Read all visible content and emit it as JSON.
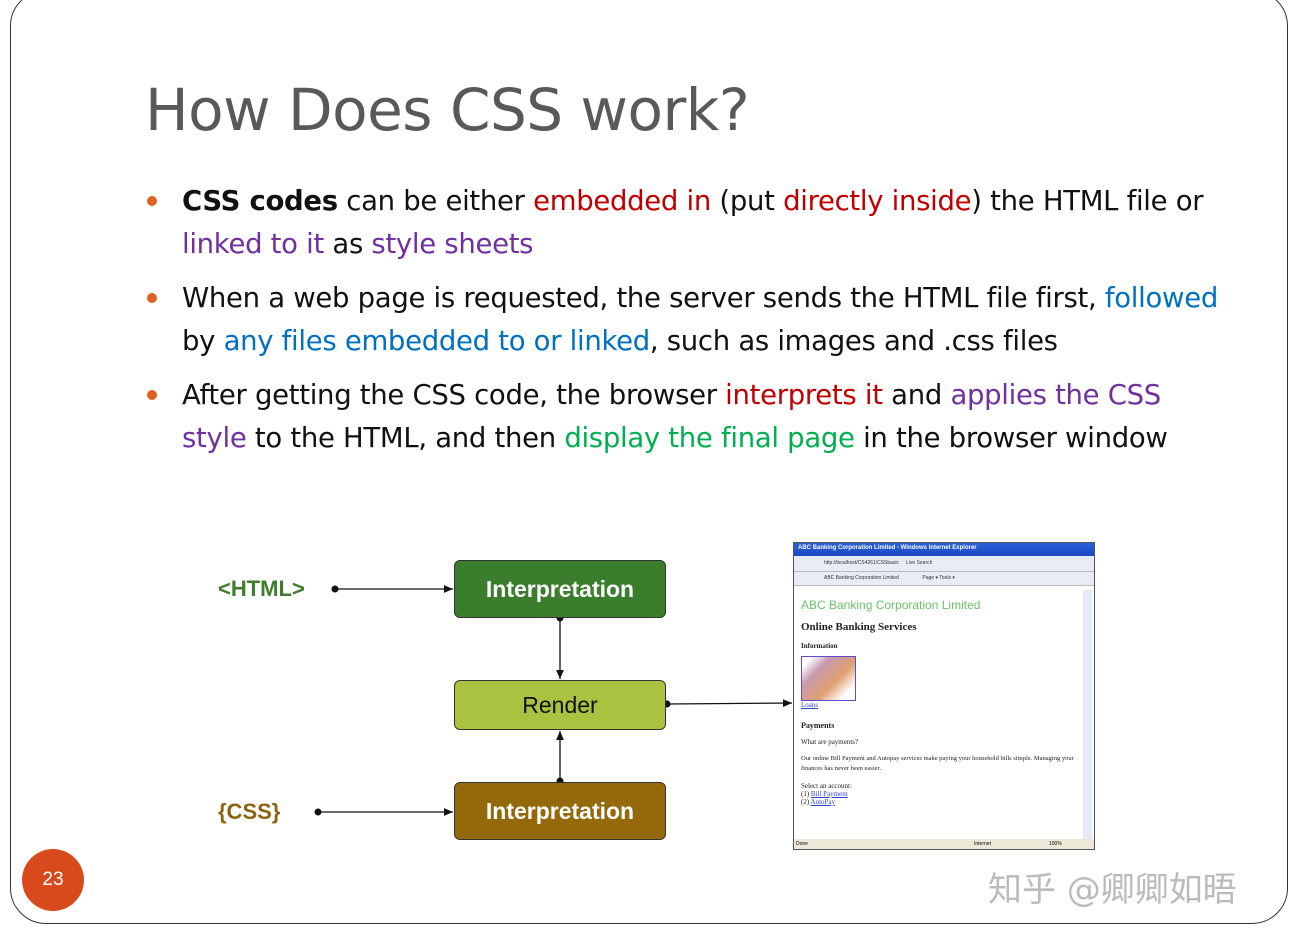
{
  "slide": {
    "title": "How Does CSS work?",
    "page_number": "23",
    "watermark": "知乎 @卿卿如晤"
  },
  "bullets": [
    {
      "parts": [
        {
          "t": "CSS codes",
          "s": "b"
        },
        {
          "t": " can be either "
        },
        {
          "t": "embedded in",
          "s": "red"
        },
        {
          "t": " (put "
        },
        {
          "t": "directly inside",
          "s": "red"
        },
        {
          "t": ") the HTML file or "
        },
        {
          "t": "linked to it",
          "s": "pur"
        },
        {
          "t": " as "
        },
        {
          "t": "style sheets",
          "s": "pur"
        }
      ]
    },
    {
      "parts": [
        {
          "t": "When a web page is requested, the server sends the HTML file first, "
        },
        {
          "t": "followed",
          "s": "blu"
        },
        {
          "t": " by "
        },
        {
          "t": "any files embedded to or linked",
          "s": "blu"
        },
        {
          "t": ", such as images and .css files"
        }
      ]
    },
    {
      "parts": [
        {
          "t": "After getting the CSS code, the browser "
        },
        {
          "t": "interprets it",
          "s": "red"
        },
        {
          "t": " and "
        },
        {
          "t": "applies the CSS style",
          "s": "pur"
        },
        {
          "t": " to the HTML, and then "
        },
        {
          "t": "display the final page",
          "s": "grn"
        },
        {
          "t": " in the browser window"
        }
      ]
    }
  ],
  "diagram": {
    "html_label": "<HTML>",
    "css_label": "{CSS}",
    "top_box": "Interpretation",
    "middle_box": "Render",
    "bottom_box": "Interpretation",
    "colors": {
      "top": "#3a7d2c",
      "middle": "#a9c23f",
      "bottom": "#93690b",
      "html_label": "#3f7d2e",
      "css_label": "#8a6410"
    }
  },
  "browser": {
    "title": "ABC Banking Corporation Limited - Windows Internet Explorer",
    "address": "http://localhost/CS4261/CSSbasic",
    "search": "Live Search",
    "tab": "ABC Banking Corporation Limited",
    "toolbar": "Page ▾  Tools ▾",
    "site_title": "ABC Banking Corporation Limited",
    "heading": "Online Banking Services",
    "info": "Information",
    "loans": "Loans",
    "payments": "Payments",
    "q": "What are payments?",
    "p": "Our online Bill Payment and Autopay services make paying your household bills simple. Managing your finances has never been easier.",
    "select": "Select an account:",
    "opt1_prefix": "(1) ",
    "opt1": "Bill Payment",
    "opt2_prefix": "(2) ",
    "opt2": "AutoPay",
    "status_done": "Done",
    "status_zone": "Internet",
    "zoom": "100%"
  }
}
